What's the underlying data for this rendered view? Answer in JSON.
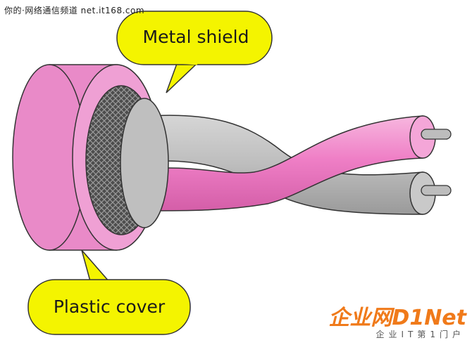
{
  "watermark_top": "你的·网络通信频道 net.it168.com",
  "labels": {
    "metal_shield": "Metal shield",
    "plastic_cover": "Plastic cover"
  },
  "brand": {
    "name": "企业网D1Net",
    "sub": "企业IT第1门户"
  },
  "colors": {
    "bubble_fill": "#f4f400",
    "outer_cover": "#e98ac8",
    "inner_wire_pink": "#f08ccd",
    "inner_wire_gray": "#b7b7b7",
    "shield_mesh": "#5a5a5a",
    "brand_orange": "#f07a1a"
  }
}
